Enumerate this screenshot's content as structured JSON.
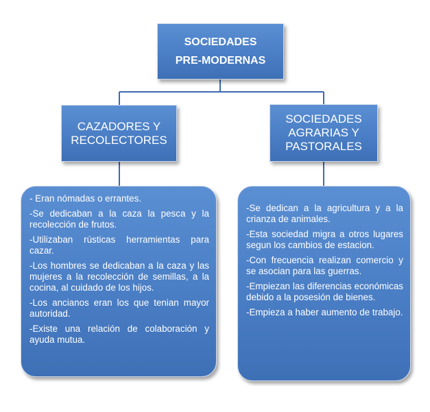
{
  "root": {
    "line1": "SOCIEDADES",
    "line2": "PRE-MODERNAS"
  },
  "branches": [
    {
      "line1": "CAZADORES Y",
      "line2": "RECOLECTORES",
      "items": [
        "- Eran nómadas o errantes.",
        "-Se dedicaban a la caza la pesca y la recolección de frutos.",
        "-Utilizaban rústicas herramientas para cazar.",
        "-Los hombres se dedicaban a la caza y las mujeres a la recolección de semillas, a la cocina, al cuidado de los hijos.",
        "-Los ancianos eran los que tenian mayor autoridad.",
        "-Existe una relación de colaboración y ayuda mutua."
      ]
    },
    {
      "line1": "SOCIEDADES",
      "line2": "AGRARIAS Y",
      "line3": "PASTORALES",
      "items": [
        "-Se dedican a la agricultura y a la crianza de animales.",
        "-Esta sociedad migra a otros lugares segun los cambios de estacion.",
        "-Con frecuencia realizan comercio y se asocian para las guerras.",
        "-Empiezan las diferencias económicas debido a la posesión de bienes.",
        "-Empieza a haber aumento de trabajo."
      ]
    }
  ],
  "colors": {
    "box_fill": "#4a7ec5",
    "connector": "#3c6ab0"
  }
}
